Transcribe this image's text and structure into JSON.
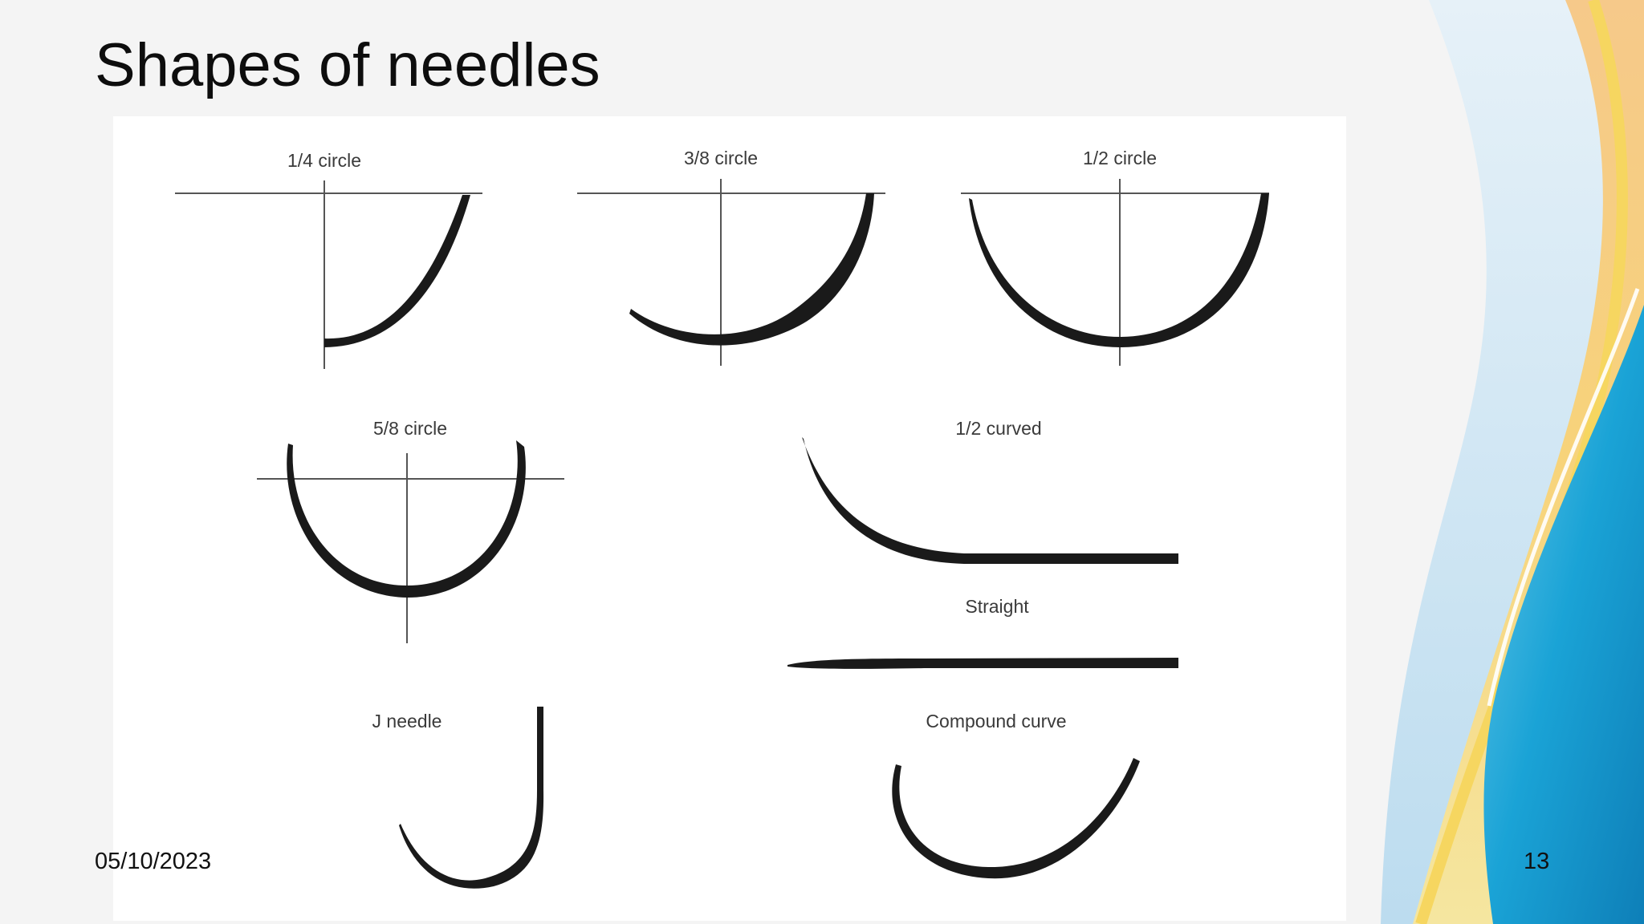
{
  "slide": {
    "title": "Shapes of needles",
    "date": "05/10/2023",
    "page_number": "13"
  },
  "figure": {
    "labels": {
      "quarter_circle": "1/4 circle",
      "three_eighths_circle": "3/8 circle",
      "half_circle": "1/2 circle",
      "five_eighths_circle": "5/8 circle",
      "half_curved": "1/2 curved",
      "straight": "Straight",
      "j_needle": "J needle",
      "compound_curve": "Compound curve"
    }
  },
  "colors": {
    "background": "#f4f4f4",
    "figure_background": "#ffffff",
    "ink": "#1a1a1a",
    "wave_blue": "#1a9fd3",
    "wave_light_blue": "#cfe6f3",
    "wave_yellow": "#f6d25a",
    "wave_orange": "#f3b25a"
  }
}
